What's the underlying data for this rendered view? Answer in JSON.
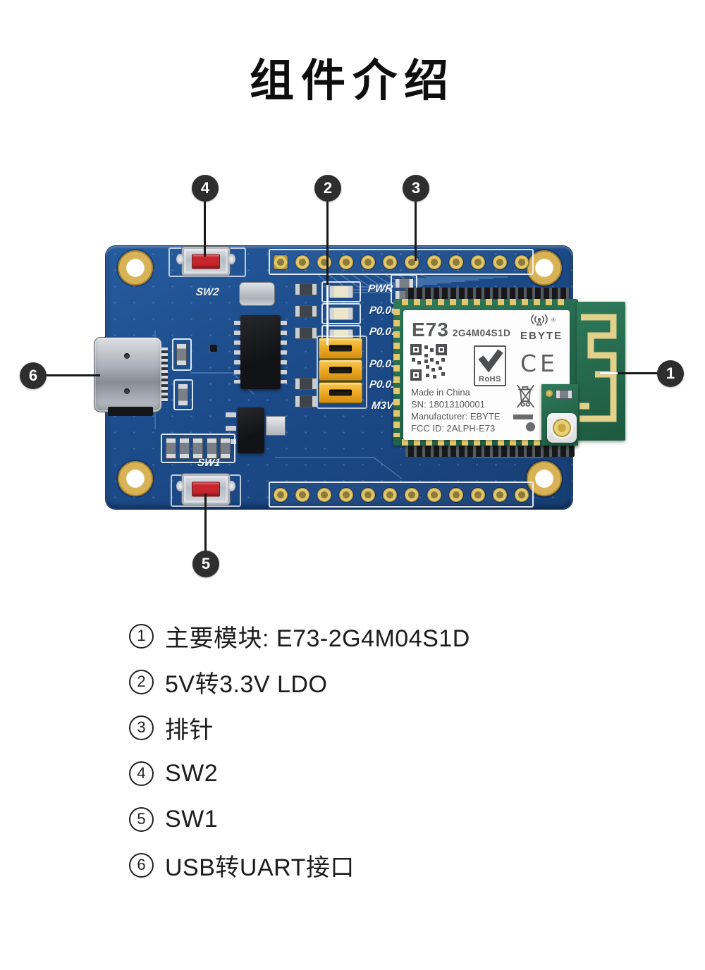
{
  "title": "组件介绍",
  "callouts": [
    "1",
    "2",
    "3",
    "4",
    "5",
    "6"
  ],
  "legend": {
    "items": [
      {
        "number": "1",
        "label": "主要模块: E73-2G4M04S1D"
      },
      {
        "number": "2",
        "label": "5V转3.3V LDO"
      },
      {
        "number": "3",
        "label": "排针"
      },
      {
        "number": "4",
        "label": "SW2"
      },
      {
        "number": "5",
        "label": "SW1"
      },
      {
        "number": "6",
        "label": "USB转UART接口"
      }
    ]
  },
  "board": {
    "silkscreen": {
      "sw2": "SW2",
      "sw1": "SW1",
      "pwr": "PWR",
      "p0_06": "P0.06",
      "p0_07": "P0.07",
      "p0_03": "P0.03",
      "p0_01": "P0.01",
      "m3v3": "M3V3"
    },
    "module": {
      "model": "E73",
      "variant": "2G4M04S1D",
      "brand": "EBYTE",
      "reg_mark": "®",
      "rohs": "RoHS",
      "ce": "CE",
      "lines": [
        "Made in China",
        "SN: 18013100001",
        "Manufacturer: EBYTE",
        "FCC ID: 2ALPH-E73"
      ]
    }
  },
  "colors": {
    "pcb_blue": "#1d4d8c",
    "module_green": "#266a4e",
    "jumper_yellow": "#efa92f",
    "button_red": "#c8252c",
    "pad_gold": "#d9b64e",
    "badge_dark": "#2e2e2e",
    "module_text_gray": "#58595b",
    "antenna_gold": "#e3d189"
  }
}
